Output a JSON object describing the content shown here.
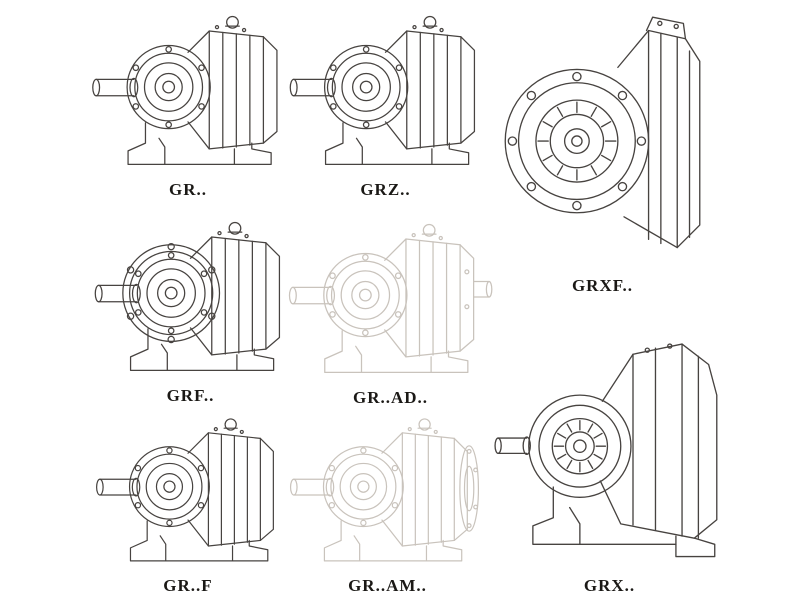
{
  "catalog": {
    "description_visible_text_only": true,
    "colors": {
      "ink": "#474340",
      "faded_ink": "#c9c3bc",
      "background": "#ffffff",
      "label": "#1b1916"
    }
  },
  "figures": [
    {
      "label": "GR..",
      "drawing": "helical-gearbox-foot-mounted-icon",
      "ghosted": false
    },
    {
      "label": "GRZ..",
      "drawing": "helical-gearbox-foot-mounted-icon",
      "ghosted": false
    },
    {
      "label": "GRXF..",
      "drawing": "helical-gearbox-front-flange-icon",
      "ghosted": false
    },
    {
      "label": "GRF..",
      "drawing": "helical-gearbox-flange-mounted-icon",
      "ghosted": false
    },
    {
      "label": "GR..AD..",
      "drawing": "helical-gearbox-input-adapter-icon",
      "ghosted": true
    },
    {
      "label": "GR..F",
      "drawing": "helical-gearbox-foot-mounted-icon",
      "ghosted": false
    },
    {
      "label": "GR..AM..",
      "drawing": "helical-gearbox-motor-adapter-flange-icon",
      "ghosted": true
    },
    {
      "label": "GRX..",
      "drawing": "helical-gearbox-large-foot-mounted-icon",
      "ghosted": false
    }
  ]
}
